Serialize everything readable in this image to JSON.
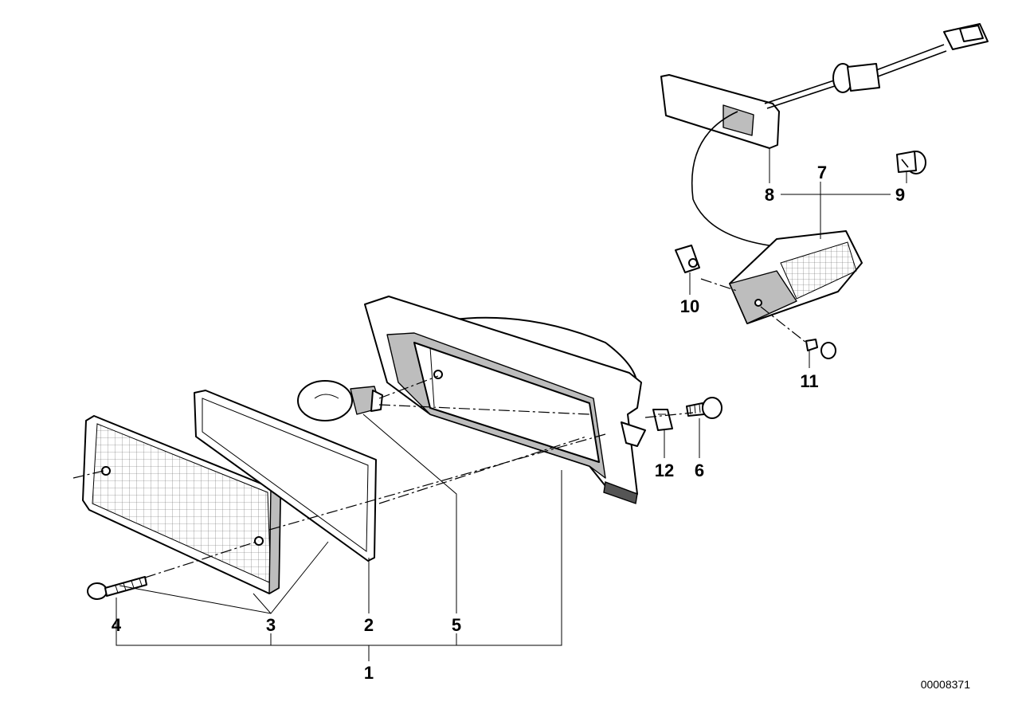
{
  "diagram": {
    "callouts": [
      "1",
      "2",
      "3",
      "4",
      "5",
      "6",
      "7",
      "8",
      "9",
      "10",
      "11",
      "12"
    ],
    "reference_number": "00008371"
  }
}
